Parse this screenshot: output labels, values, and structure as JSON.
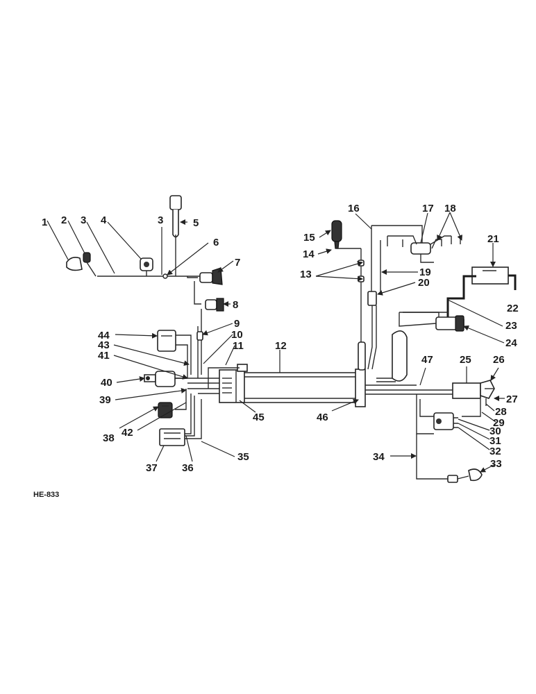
{
  "diagram": {
    "code": "HE-833",
    "callouts": [
      "1",
      "2",
      "3",
      "3",
      "4",
      "5",
      "6",
      "7",
      "8",
      "9",
      "10",
      "11",
      "12",
      "13",
      "14",
      "15",
      "16",
      "17",
      "18",
      "19",
      "20",
      "21",
      "22",
      "23",
      "24",
      "25",
      "26",
      "27",
      "28",
      "29",
      "30",
      "31",
      "32",
      "33",
      "34",
      "35",
      "36",
      "37",
      "38",
      "39",
      "40",
      "41",
      "42",
      "43",
      "44",
      "45",
      "46",
      "47"
    ]
  }
}
